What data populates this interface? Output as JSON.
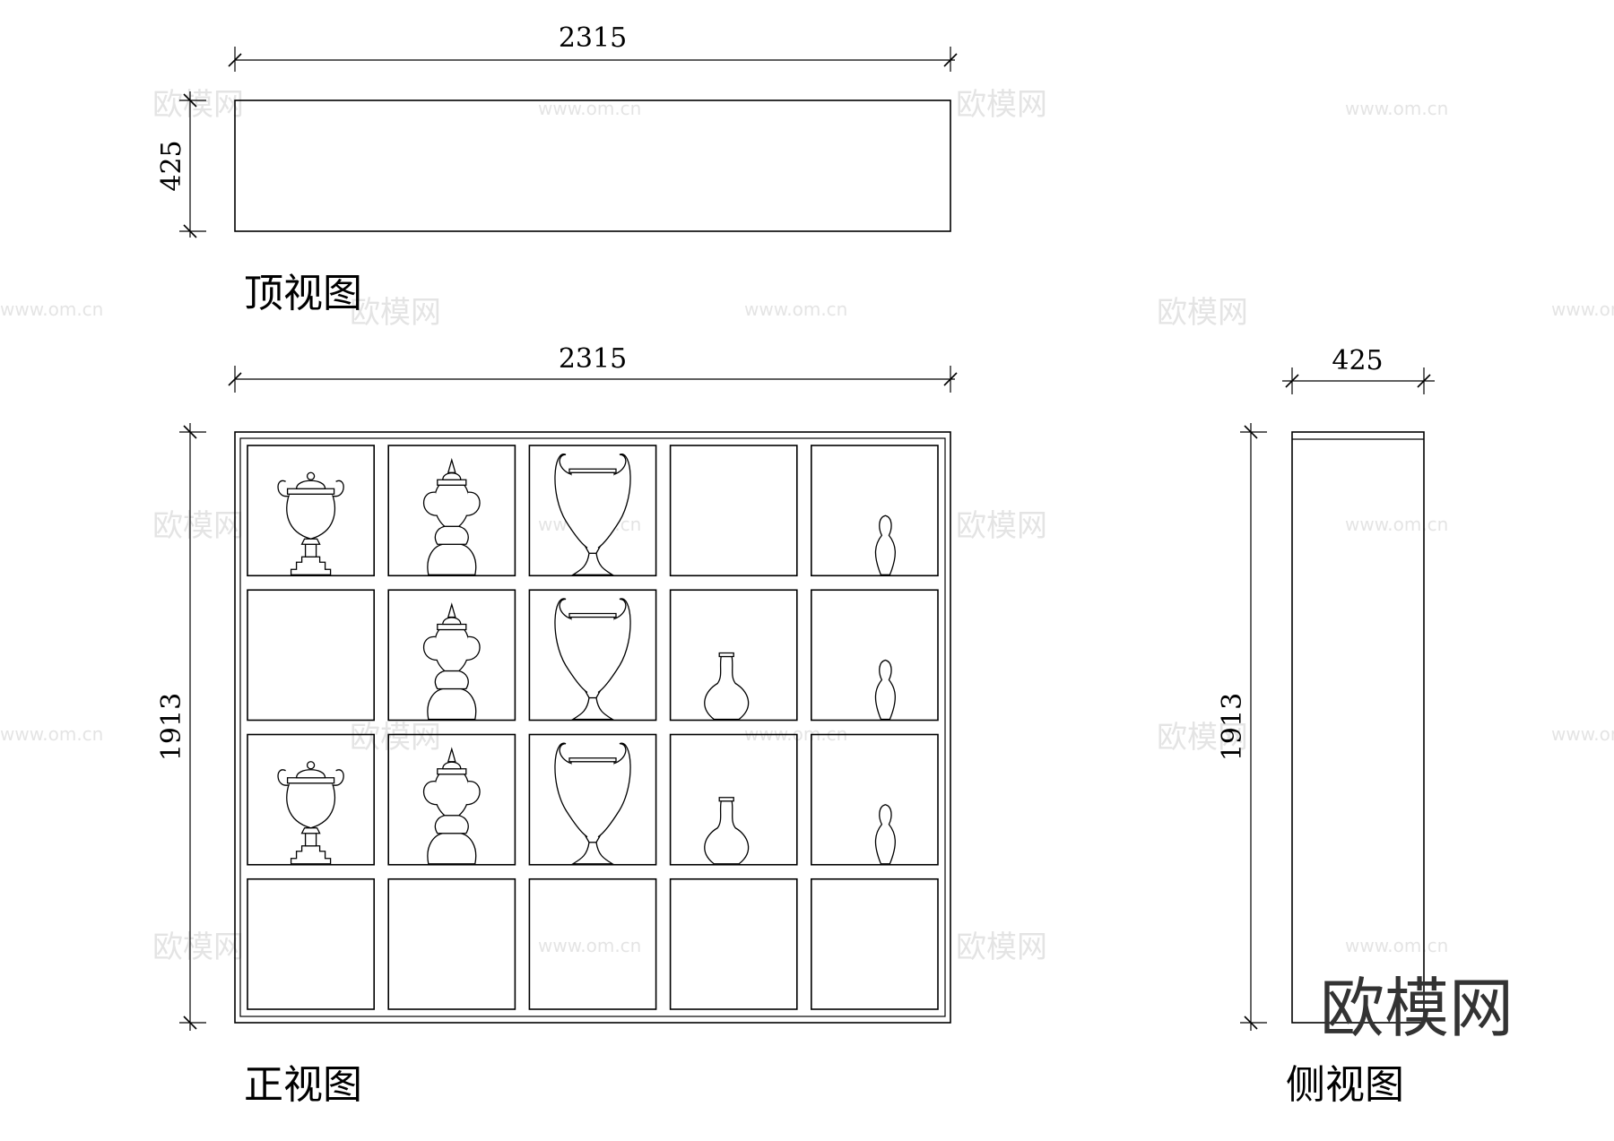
{
  "top_view": {
    "width_dim": "2315",
    "depth_dim": "425",
    "title": "顶视图"
  },
  "front_view": {
    "width_dim": "2315",
    "height_dim": "1913",
    "title": "正视图",
    "grid": {
      "rows": [
        [
          "cup-lidded",
          "cup-spire",
          "cup-eared",
          "empty",
          "pin"
        ],
        [
          "empty",
          "cup-spire",
          "cup-eared",
          "vase",
          "pin"
        ],
        [
          "cup-lidded",
          "cup-spire",
          "cup-eared",
          "vase",
          "pin"
        ],
        [
          "empty",
          "empty",
          "empty",
          "empty",
          "empty"
        ]
      ]
    }
  },
  "side_view": {
    "depth_dim": "425",
    "height_dim": "1913",
    "title": "侧视图"
  },
  "watermark": {
    "brand": "欧模网",
    "site": "www.om.cn"
  }
}
